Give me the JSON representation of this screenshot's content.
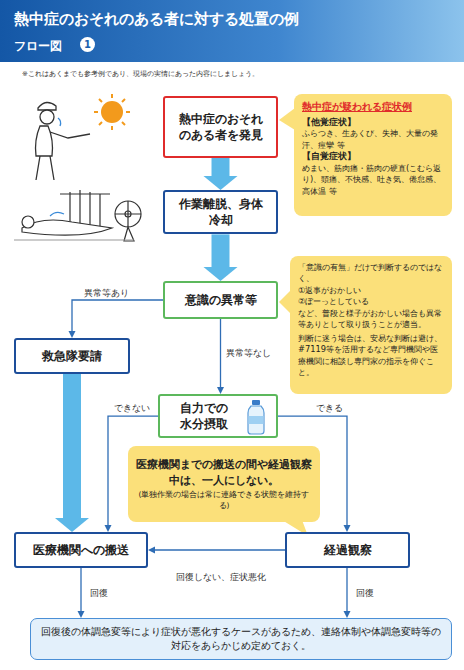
{
  "diagram": {
    "title": "熱中症のおそれのある者に対する処置の例",
    "nodes": [
      {
        "text": [
          "熱中症のおそれのある者を発見"
        ]
      },
      {
        "text": [
          "熱中症が疑われる症状例",
          "【他覚症状】",
          "ふらつき、生あくび、失神、大量の発汗、痙攣 等",
          "【自覚症状】",
          "めまい、筋肉痛・筋肉の硬直(こむら返り)、頭痛、不快感、吐き気、倦怠感、高体温 等"
        ]
      },
      {
        "text": [
          "作業離脱、身体冷却"
        ]
      },
      {
        "text": [
          "意識の異常等"
        ]
      },
      {
        "text": [
          "「意識の有無」だけで判断するのではなく、",
          "①返事がおかしい",
          "②ぼーっとしている",
          "など、普段と様子がおかしい場合も異常等ありとして取り扱うことが適当。",
          "判断に迷う場合は、安易な判断は避け、#7119等を活用するなど専門機関や医療機関に相談し専門家の指示を仰ぐこと。"
        ]
      },
      {
        "text": [
          "救急隊要請"
        ]
      },
      {
        "text": [
          "自力での水分摂取"
        ]
      },
      {
        "text": [
          "医療機関までの搬送の間や経過観察中は、一人にしない。",
          "(単独作業の場合は常に連絡できる状態を維持する)"
        ]
      },
      {
        "text": [
          "医療機関への搬送"
        ]
      },
      {
        "text": [
          "経過観察"
        ]
      },
      {
        "text": [
          "回復後の体調急変等により症状が悪化するケースがあるため、連絡体制や体調急変時等の対応をあらかじめ定めておく。"
        ]
      }
    ],
    "edges": [
      {
        "from": 0,
        "to": 2,
        "arrow": "to"
      },
      {
        "from": 2,
        "to": 3,
        "arrow": "to"
      },
      {
        "from": 3,
        "to": 5,
        "label": "異常等あり",
        "arrow": "to"
      },
      {
        "from": 3,
        "to": 6,
        "label": "異常等なし",
        "arrow": "to"
      },
      {
        "from": 5,
        "to": 8,
        "arrow": "to"
      },
      {
        "from": 6,
        "to": 8,
        "label": "できない",
        "arrow": "to"
      },
      {
        "from": 6,
        "to": 9,
        "label": "できる",
        "arrow": "to"
      },
      {
        "from": 9,
        "to": 8,
        "label": "回復しない、症状悪化",
        "arrow": "to"
      },
      {
        "from": 8,
        "to": 10,
        "label": "回復",
        "arrow": "to"
      },
      {
        "from": 9,
        "to": 10,
        "label": "回復",
        "arrow": "to"
      }
    ],
    "labels": [
      "フロー図",
      "1",
      "※これはあくまでも参考例であり、現場の実情にあった内容にしましょう。"
    ]
  }
}
